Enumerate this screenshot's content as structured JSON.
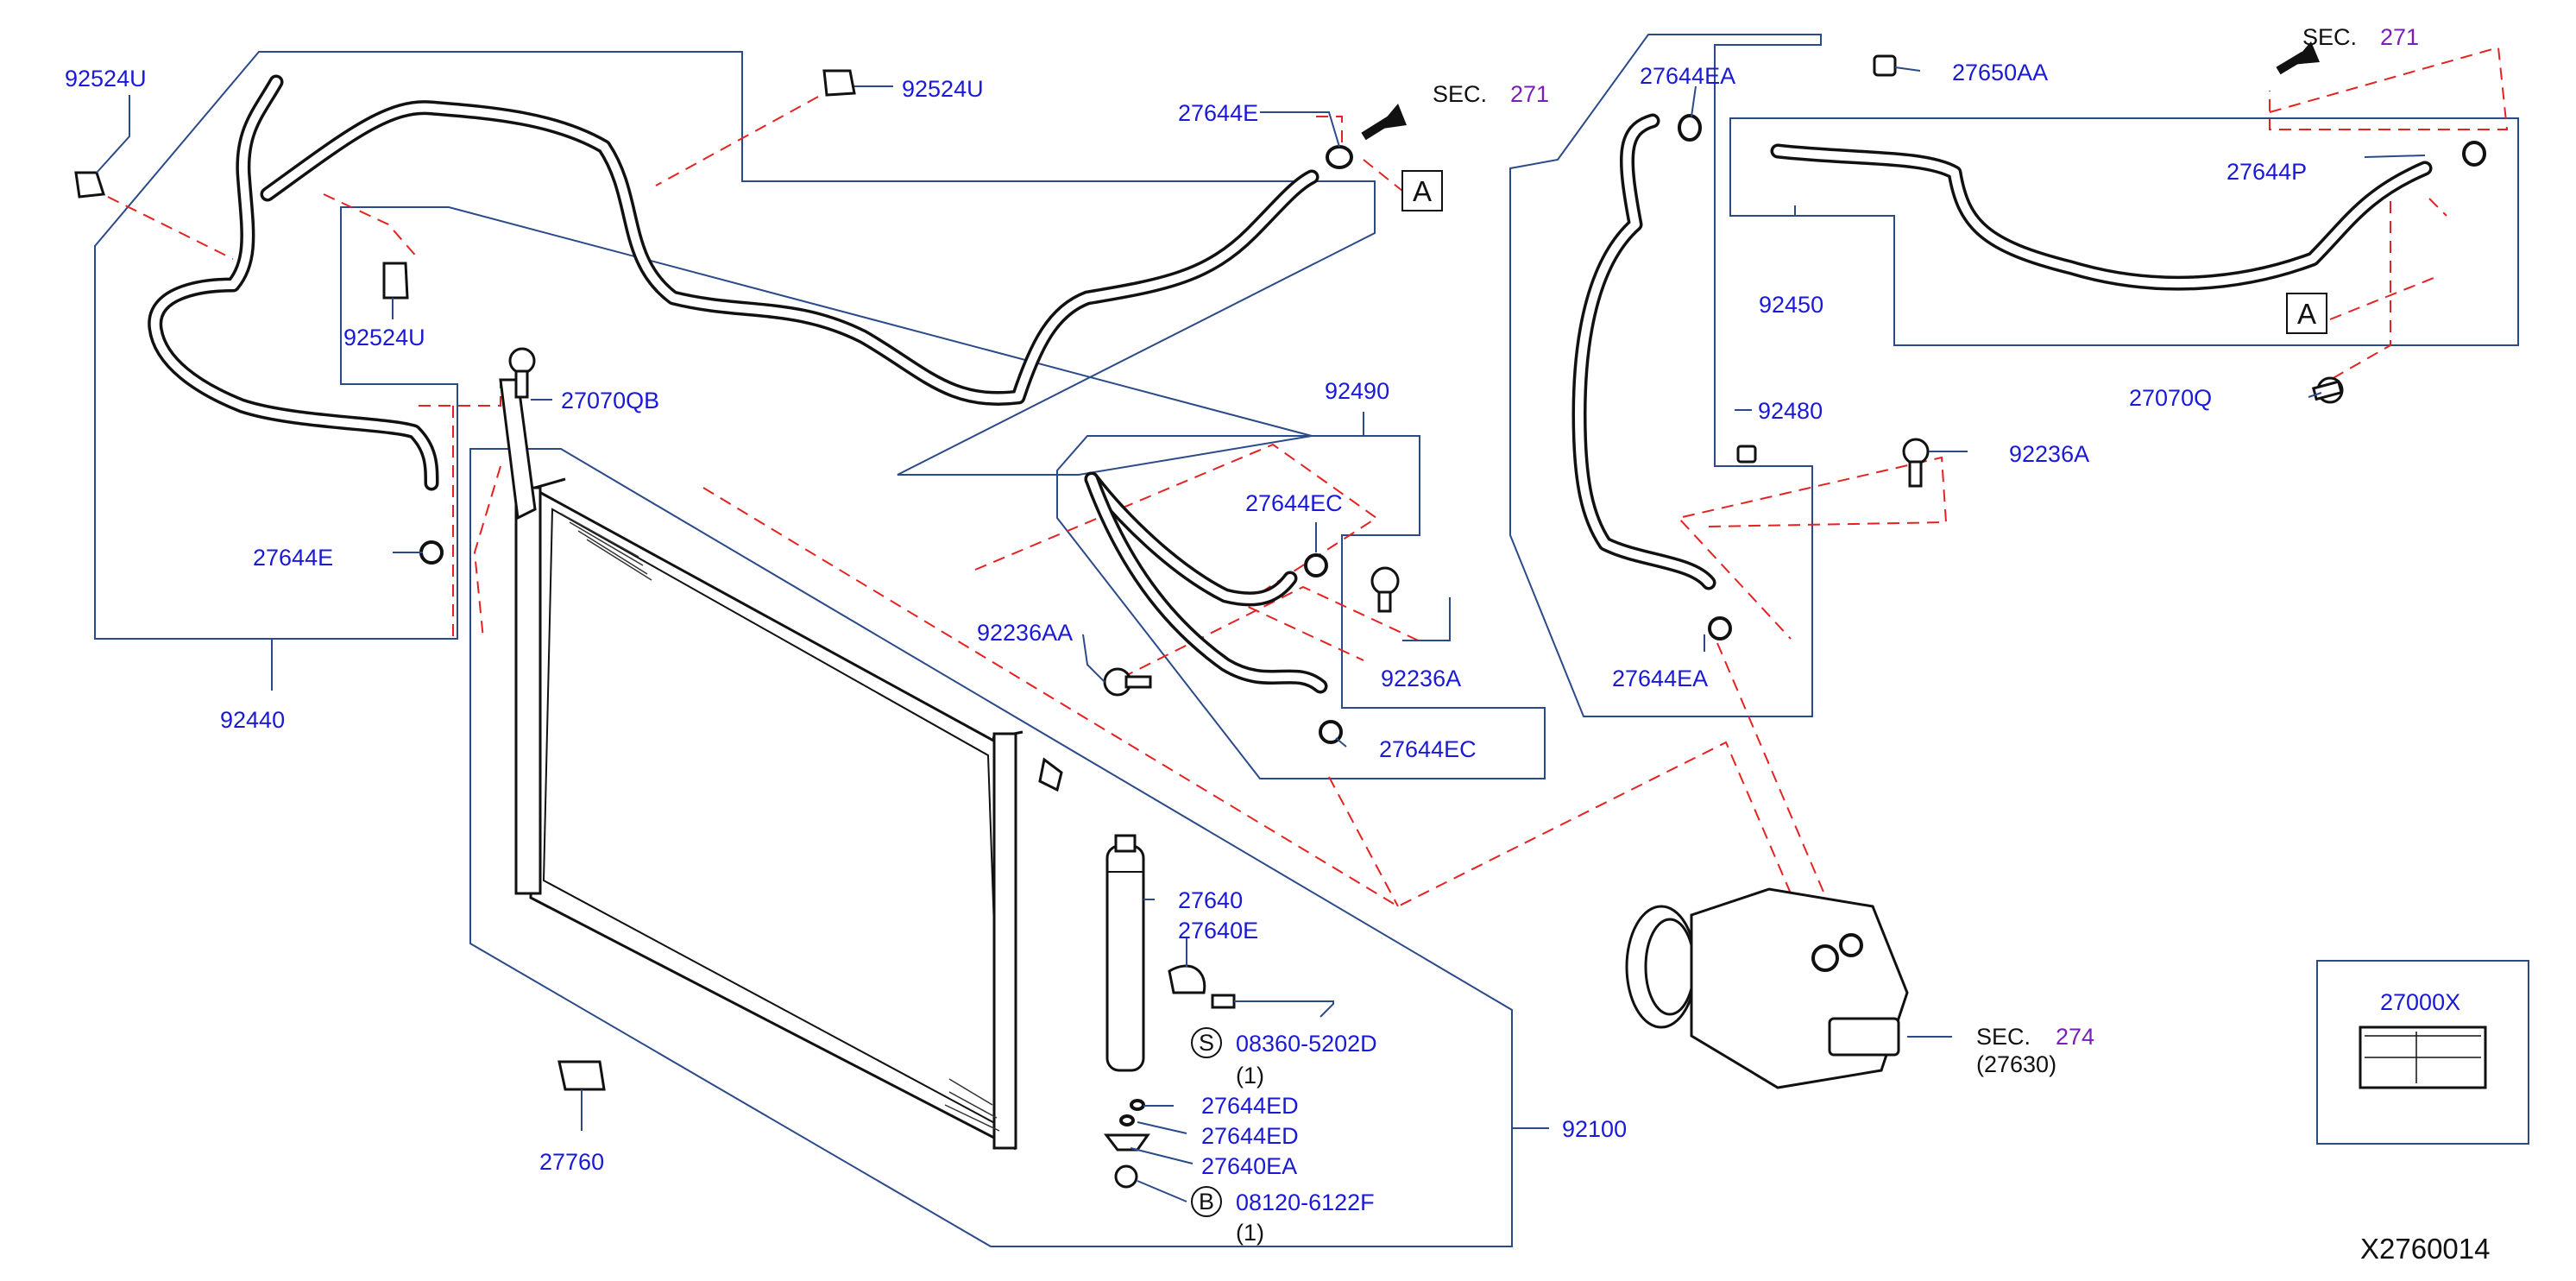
{
  "diagram": {
    "id_code": "X2760014",
    "labels": {
      "p92524u_a": "92524U",
      "p92524u_b": "92524U",
      "p92524u_c": "92524U",
      "p27644e_a": "27644E",
      "p27644e_b": "27644E",
      "p27070qb": "27070QB",
      "p92440": "92440",
      "p92490": "92490",
      "p27644ec_a": "27644EC",
      "p27644ec_b": "27644EC",
      "p92236aa": "92236AA",
      "p92236a_a": "92236A",
      "p92236a_b": "92236A",
      "p27644ea_a": "27644EA",
      "p27644ea_b": "27644EA",
      "p27650aa": "27650AA",
      "p27644p": "27644P",
      "p92450": "92450",
      "p92480": "92480",
      "p27070q": "27070Q",
      "p27640": "27640",
      "p27640e": "27640E",
      "p08360": "08360-5202D",
      "p08360_qty": "(1)",
      "p27644ed_a": "27644ED",
      "p27644ed_b": "27644ED",
      "p27640ea": "27640EA",
      "p08120": "08120-6122F",
      "p08120_qty": "(1)",
      "p27760": "27760",
      "p92100": "92100",
      "p27000x": "27000X",
      "p27630": "(27630)"
    },
    "sec_refs": {
      "sec_word": "SEC.",
      "sec271_a": "271",
      "sec271_b": "271",
      "sec274": "274"
    },
    "markers": {
      "s": "S",
      "b": "B",
      "ref_a1": "A",
      "ref_a2": "A"
    }
  }
}
